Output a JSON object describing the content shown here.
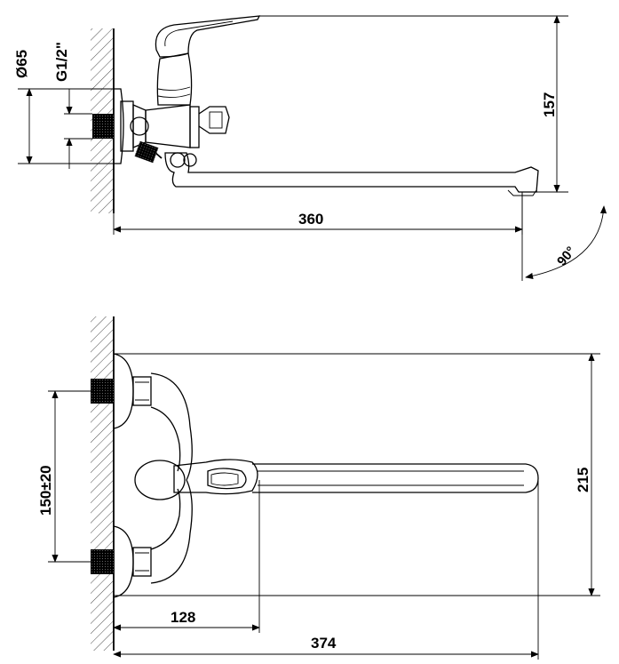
{
  "dimensions": {
    "side_view": {
      "diameter": "Ø65",
      "thread": "G1/2\"",
      "height": "157",
      "length": "360",
      "angle": "90°"
    },
    "front_view": {
      "center_distance": "150±20",
      "height": "215",
      "handle_offset": "128",
      "total_length": "374"
    }
  },
  "colors": {
    "line": "#000000",
    "background": "#ffffff"
  }
}
